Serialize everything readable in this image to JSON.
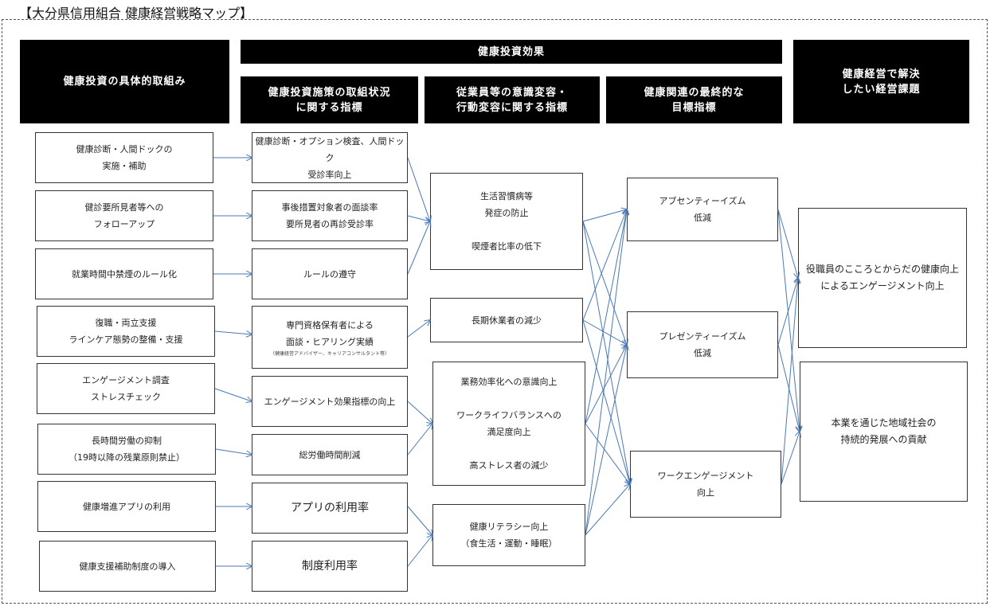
{
  "title": "【大分県信用組合  健康経営戦略マップ】",
  "headers": {
    "col1": "健康投資の具体的取組み",
    "effects": "健康投資効果",
    "col2": "健康投資施策の取組状況\nに関する指標",
    "col3": "従業員等の意識変容・\n行動変容に関する指標",
    "col4": "健康関連の最終的な\n目標指標",
    "col5": "健康経営で解決\nしたい経営課題"
  },
  "initiatives": [
    "健康診断・人間ドックの\n実施・補助",
    "健診要所見者等への\nフォローアップ",
    "就業時間中禁煙のルール化",
    "復職・両立支援\nラインケア態勢の整備・支援",
    "エンゲージメント調査\nストレスチェック",
    "長時間労働の抑制\n（19時以降の残業原則禁止）",
    "健康増進アプリの利用",
    "健康支援補助制度の導入"
  ],
  "measures": [
    {
      "text": "健康診断・オプション検査、人間ドック\n受診率向上"
    },
    {
      "text": "事後措置対象者の面談率\n要所見者の再診受診率"
    },
    {
      "text": "ルールの遵守"
    },
    {
      "text": "専門資格保有者による\n面談・ヒアリング実績",
      "sub": "（健康経営アドバイザー、キャリアコンサルタント等）"
    },
    {
      "text": "エンゲージメント効果指標の向上"
    },
    {
      "text": "総労働時間削減"
    },
    {
      "text": "アプリの利用率"
    },
    {
      "text": "制度利用率"
    }
  ],
  "behaviors": [
    "生活習慣病等\n発症の防止\n\n喫煙者比率の低下",
    "長期休業者の減少",
    "業務効率化への意識向上\n\nワークライフバランスへの\n満足度向上\n\n高ストレス者の減少",
    "健康リテラシー向上\n（食生活・運動・睡眠）"
  ],
  "goals": [
    "アブセンティーイズム\n低減",
    "プレゼンティーイズム\n低減",
    "ワークエンゲージメント\n向上"
  ],
  "issues": [
    "役職員のこころとからだの健康向上\nによるエンゲージメント向上",
    "本業を通じた地域社会の\n持続的発展への貢献"
  ],
  "colors": {
    "header_bg": "#000000",
    "header_text": "#ffffff",
    "arrow": "#4a78b5"
  }
}
